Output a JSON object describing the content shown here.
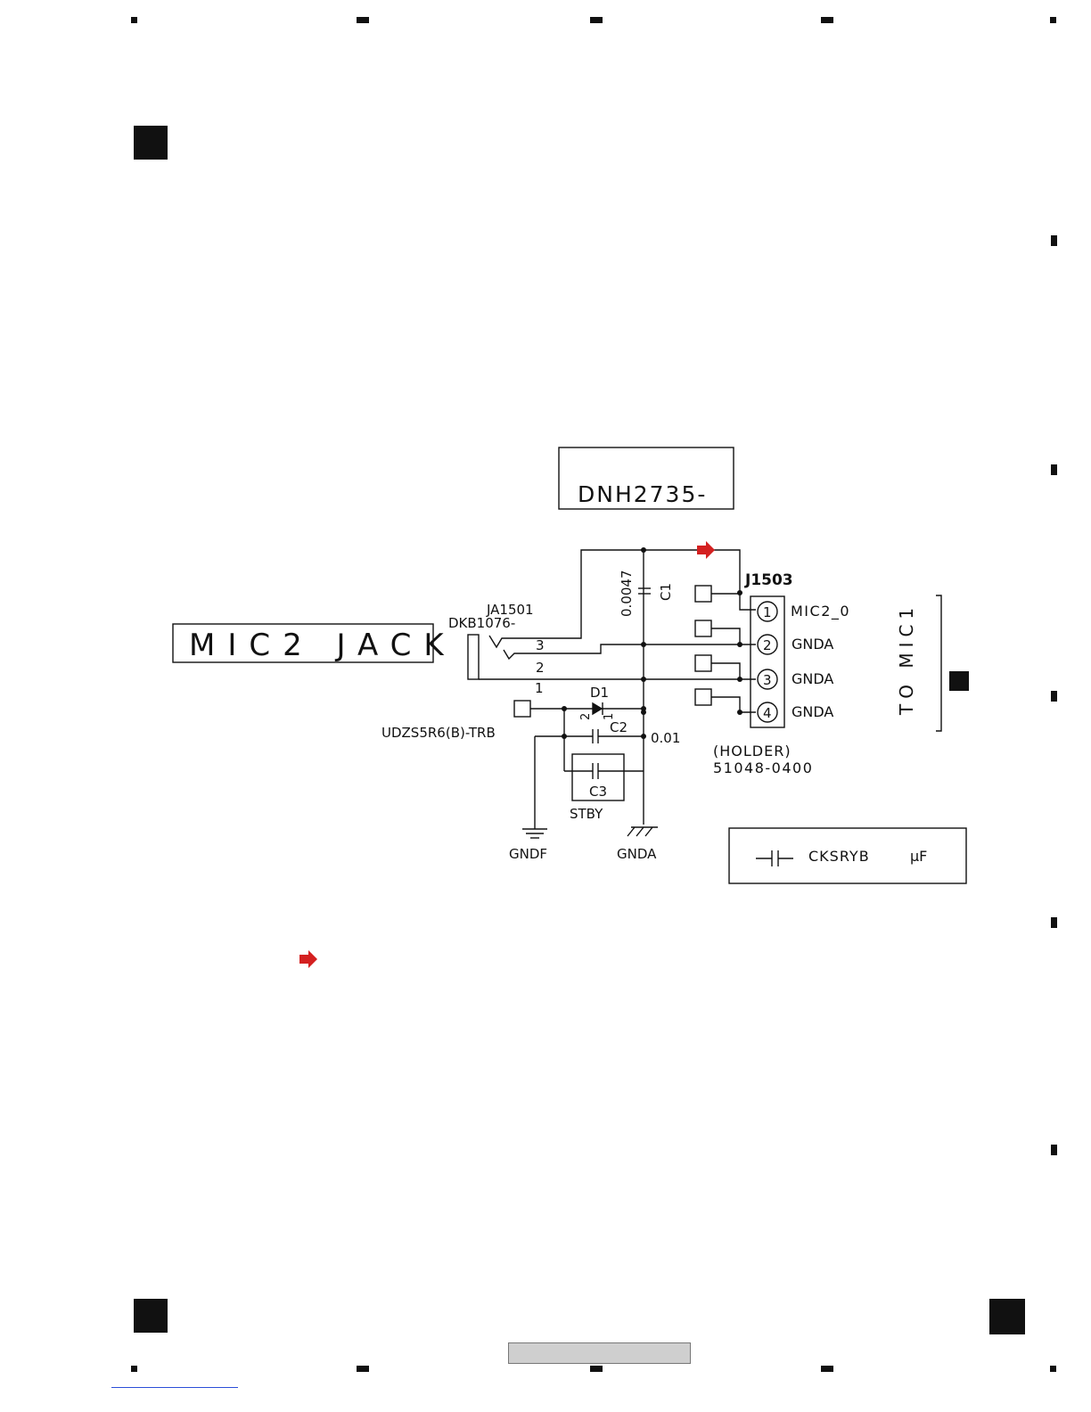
{
  "page": {
    "background": "#ffffff",
    "accent_arrow_color": "#d42020"
  },
  "diagram": {
    "block_title": "MIC2 JACK",
    "board_label": "DNH2735-",
    "jack": {
      "ref": "JA1501",
      "part": "DKB1076-",
      "pins": [
        "3",
        "2",
        "1"
      ]
    },
    "c1": {
      "ref": "C1",
      "value": "0.0047"
    },
    "d1": {
      "ref": "D1",
      "part": "UDZS5R6(B)-TRB",
      "pin_a": "2",
      "pin_k": "1"
    },
    "c2": {
      "ref": "C2",
      "value": "0.01"
    },
    "c3": {
      "ref": "C3",
      "note": "STBY"
    },
    "grounds": [
      "GNDF",
      "GNDA"
    ],
    "connector": {
      "ref": "J1503",
      "pins": [
        {
          "num": "1",
          "signal": "MIC2_0"
        },
        {
          "num": "2",
          "signal": "GNDA"
        },
        {
          "num": "3",
          "signal": "GNDA"
        },
        {
          "num": "4",
          "signal": "GNDA"
        }
      ],
      "holder_label": "(HOLDER)",
      "holder_part": "51048-0400",
      "destination": "TO MIC1"
    },
    "legend": {
      "cap_type": "CKSRYB",
      "unit": "μF"
    }
  }
}
